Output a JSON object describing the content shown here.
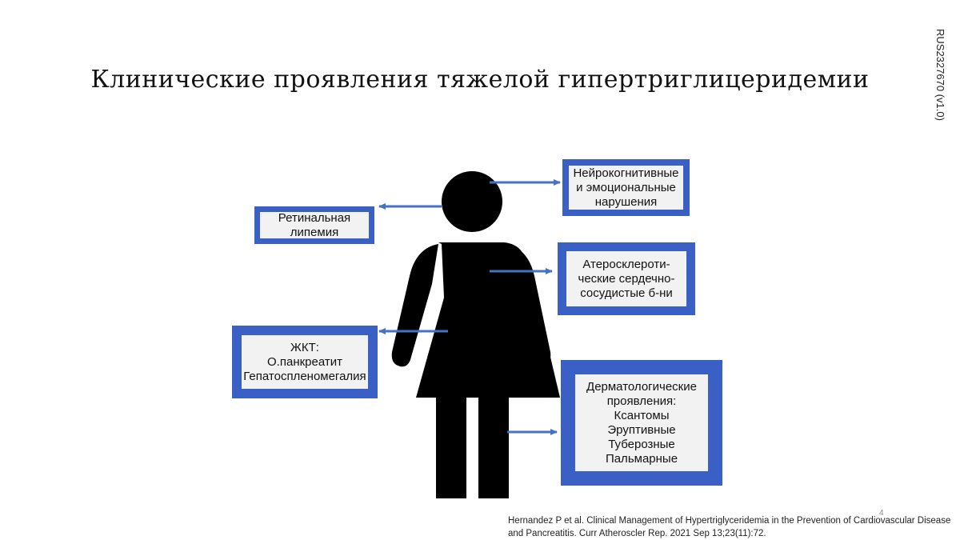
{
  "slide": {
    "title": "Клинические проявления тяжелой гипертриглицеридемии",
    "doc_code": "RUS2327670 (v1.0)",
    "page_number": "4",
    "citation": "Hernandez P  et al.  Clinical Management of Hypertriglyceridemia in the Prevention of Cardiovascular Disease and Pancreatitis. Curr Atheroscler Rep. 2021 Sep 13;23(11):72."
  },
  "colors": {
    "box_border": "#3a60c6",
    "box_fill": "#f2f2f2",
    "arrow": "#4472c4",
    "figure": "#000000"
  },
  "icons": {
    "figure": "woman-figure-icon"
  },
  "boxes": {
    "neuro": {
      "lines": [
        "Нейрокогнитивные",
        "и эмоциональные",
        "нарушения"
      ]
    },
    "retinal": {
      "lines": [
        "Ретинальная",
        "липемия"
      ]
    },
    "athero": {
      "lines": [
        "Атеросклероти-",
        "ческие сердечно-",
        "сосудистые б-ни"
      ]
    },
    "gi": {
      "lines": [
        "ЖКТ:",
        "О.панкреатит",
        "Гепатоспленомегалия"
      ]
    },
    "derm": {
      "lines": [
        "Дерматологические",
        "проявления:",
        "Ксантомы",
        "Эруптивные",
        "Туберозные",
        "Пальмарные"
      ]
    }
  }
}
